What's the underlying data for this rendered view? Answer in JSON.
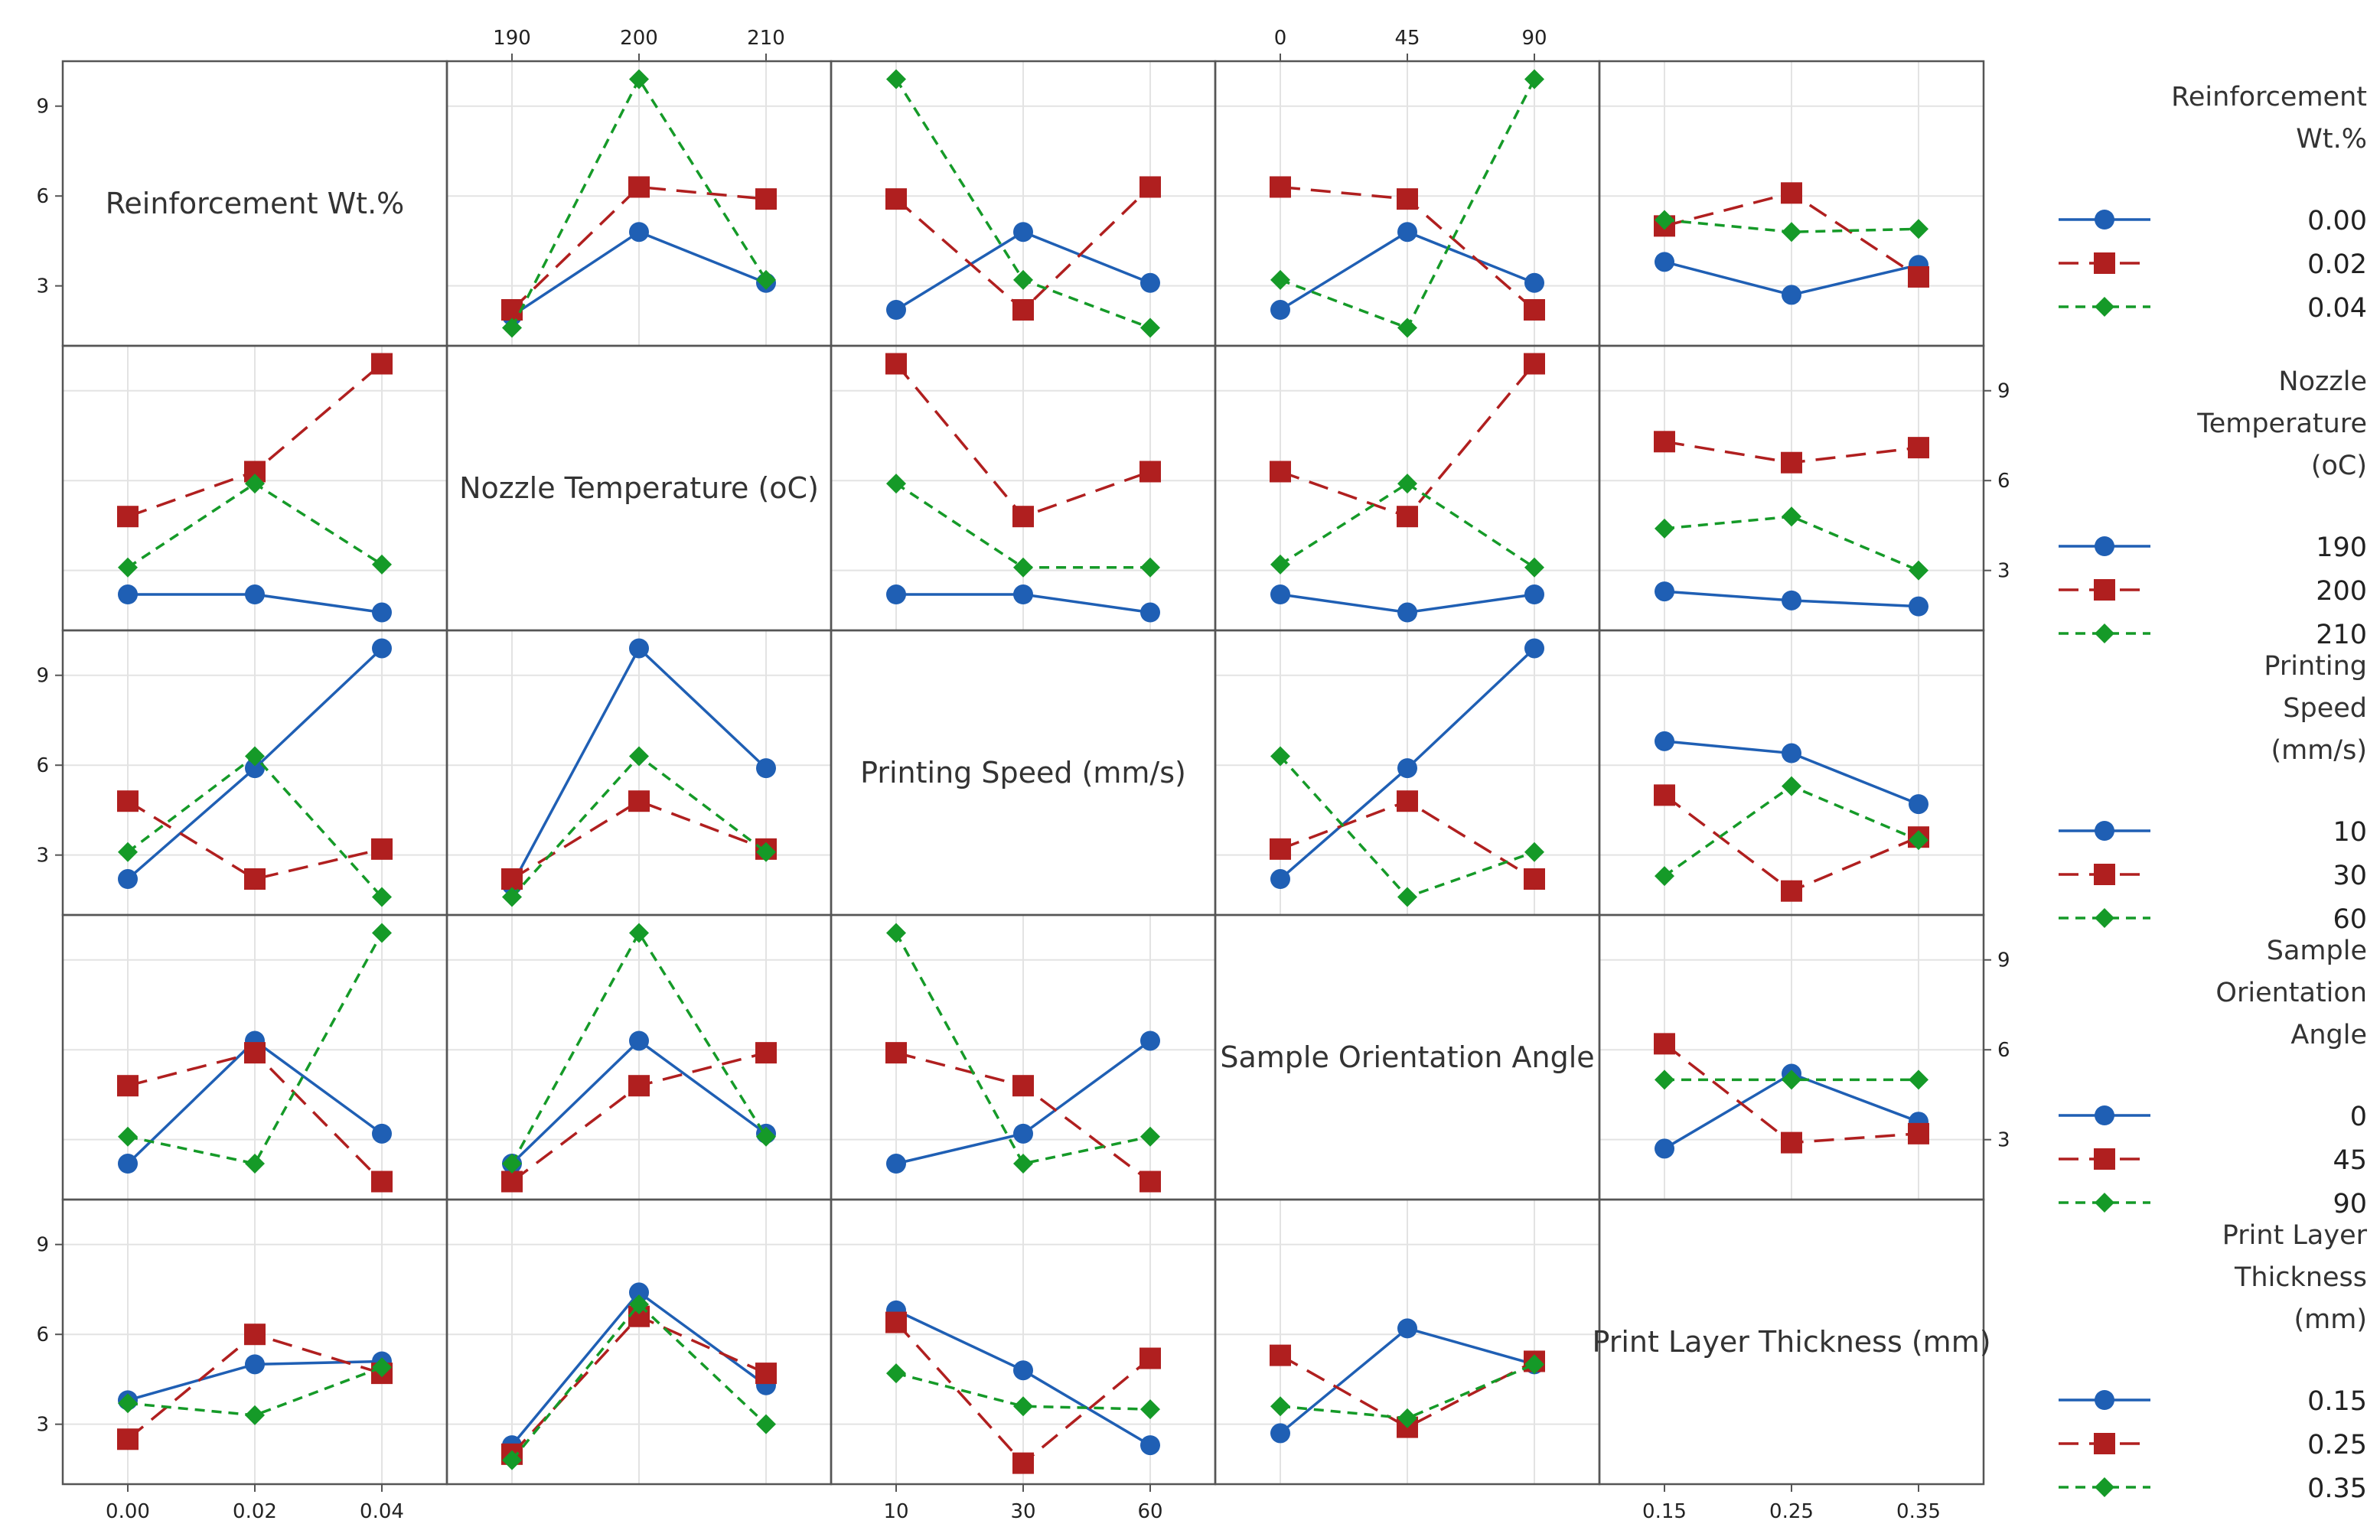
{
  "chart_data": {
    "type": "line",
    "title": "",
    "kind": "interaction-plot-matrix",
    "y_axis": {
      "ylim": [
        1,
        10.5
      ],
      "ticks": [
        3,
        6,
        9
      ],
      "tick_labels": [
        "3",
        "6",
        "9"
      ]
    },
    "grid": true,
    "legend_position": "right",
    "colors": {
      "level1": "#1f5fb4",
      "level2": "#b01f1f",
      "level3": "#159a28",
      "grid": "#e3e3e3",
      "frame": "#555555"
    },
    "factors": [
      {
        "name": "Reinforcement Wt.%",
        "legend_title": [
          "Reinforcement",
          "Wt.%"
        ],
        "levels": [
          "0.00",
          "0.02",
          "0.04"
        ],
        "tick_labels": [
          "0.00",
          "0.02",
          "0.04"
        ]
      },
      {
        "name": "Nozzle Temperature (oC)",
        "legend_title": [
          "Nozzle",
          "Temperature",
          "(oC)"
        ],
        "levels": [
          "190",
          "200",
          "210"
        ],
        "tick_labels": [
          "190",
          "200",
          "210"
        ]
      },
      {
        "name": "Printing Speed (mm/s)",
        "legend_title": [
          "Printing",
          "Speed",
          "(mm/s)"
        ],
        "levels": [
          "10",
          "30",
          "60"
        ],
        "tick_labels": [
          "10",
          "30",
          "60"
        ]
      },
      {
        "name": "Sample Orientation Angle",
        "legend_title": [
          "Sample",
          "Orientation",
          "Angle"
        ],
        "levels": [
          "0",
          "45",
          "90"
        ],
        "tick_labels": [
          "0",
          "45",
          "90"
        ]
      },
      {
        "name": "Print Layer Thickness (mm)",
        "legend_title": [
          "Print Layer",
          "Thickness",
          "(mm)"
        ],
        "levels": [
          "0.15",
          "0.25",
          "0.35"
        ],
        "tick_labels": [
          "0.15",
          "0.25",
          "0.35"
        ]
      }
    ],
    "panels": [
      {
        "row": 0,
        "col": 1,
        "series": [
          [
            2,
            4.8,
            3.1
          ],
          [
            2.2,
            6.3,
            5.9
          ],
          [
            1.6,
            9.9,
            3.2
          ]
        ]
      },
      {
        "row": 0,
        "col": 2,
        "series": [
          [
            2.2,
            4.8,
            3.1
          ],
          [
            5.9,
            2.2,
            6.3
          ],
          [
            9.9,
            3.2,
            1.6
          ]
        ]
      },
      {
        "row": 0,
        "col": 3,
        "series": [
          [
            2.2,
            4.8,
            3.1
          ],
          [
            6.3,
            5.9,
            2.2
          ],
          [
            3.2,
            1.6,
            9.9
          ]
        ]
      },
      {
        "row": 0,
        "col": 4,
        "series": [
          [
            3.8,
            2.7,
            3.7
          ],
          [
            5,
            6.1,
            3.3
          ],
          [
            5.2,
            4.8,
            4.9
          ]
        ]
      },
      {
        "row": 1,
        "col": 0,
        "series": [
          [
            2.2,
            2.2,
            1.6
          ],
          [
            4.8,
            6.3,
            9.9
          ],
          [
            3.1,
            5.9,
            3.2
          ]
        ]
      },
      {
        "row": 1,
        "col": 2,
        "series": [
          [
            2.2,
            2.2,
            1.6
          ],
          [
            9.9,
            4.8,
            6.3
          ],
          [
            5.9,
            3.1,
            3.1
          ]
        ]
      },
      {
        "row": 1,
        "col": 3,
        "series": [
          [
            2.2,
            1.6,
            2.2
          ],
          [
            6.3,
            4.8,
            9.9
          ],
          [
            3.2,
            5.9,
            3.1
          ]
        ]
      },
      {
        "row": 1,
        "col": 4,
        "series": [
          [
            2.3,
            2,
            1.8
          ],
          [
            7.3,
            6.6,
            7.1
          ],
          [
            4.4,
            4.8,
            3
          ]
        ]
      },
      {
        "row": 2,
        "col": 0,
        "series": [
          [
            2.2,
            5.9,
            9.9
          ],
          [
            4.8,
            2.2,
            3.2
          ],
          [
            3.1,
            6.3,
            1.6
          ]
        ]
      },
      {
        "row": 2,
        "col": 1,
        "series": [
          [
            2,
            9.9,
            5.9
          ],
          [
            2.2,
            4.8,
            3.2
          ],
          [
            1.6,
            6.3,
            3.1
          ]
        ]
      },
      {
        "row": 2,
        "col": 3,
        "series": [
          [
            2.2,
            5.9,
            9.9
          ],
          [
            3.2,
            4.8,
            2.2
          ],
          [
            6.3,
            1.6,
            3.1
          ]
        ]
      },
      {
        "row": 2,
        "col": 4,
        "series": [
          [
            6.8,
            6.4,
            4.7
          ],
          [
            5,
            1.8,
            3.6
          ],
          [
            2.3,
            5.3,
            3.5
          ]
        ]
      },
      {
        "row": 3,
        "col": 0,
        "series": [
          [
            2.2,
            6.3,
            3.2
          ],
          [
            4.8,
            5.9,
            1.6
          ],
          [
            3.1,
            2.2,
            9.9
          ]
        ]
      },
      {
        "row": 3,
        "col": 1,
        "series": [
          [
            2.2,
            6.3,
            3.2
          ],
          [
            1.6,
            4.8,
            5.9
          ],
          [
            2.2,
            9.9,
            3.1
          ]
        ]
      },
      {
        "row": 3,
        "col": 2,
        "series": [
          [
            2.2,
            3.2,
            6.3
          ],
          [
            5.9,
            4.8,
            1.6
          ],
          [
            9.9,
            2.2,
            3.1
          ]
        ]
      },
      {
        "row": 3,
        "col": 4,
        "series": [
          [
            2.7,
            5.2,
            3.6
          ],
          [
            6.2,
            2.9,
            3.2
          ],
          [
            5,
            5,
            5
          ]
        ]
      },
      {
        "row": 4,
        "col": 0,
        "series": [
          [
            3.8,
            5,
            5.1
          ],
          [
            2.5,
            6,
            4.7
          ],
          [
            3.7,
            3.3,
            4.9
          ]
        ]
      },
      {
        "row": 4,
        "col": 1,
        "series": [
          [
            2.3,
            7.4,
            4.3
          ],
          [
            2,
            6.6,
            4.7
          ],
          [
            1.8,
            7,
            3
          ]
        ]
      },
      {
        "row": 4,
        "col": 2,
        "series": [
          [
            6.8,
            4.8,
            2.3
          ],
          [
            6.4,
            1.7,
            5.2
          ],
          [
            4.7,
            3.6,
            3.5
          ]
        ]
      },
      {
        "row": 4,
        "col": 3,
        "series": [
          [
            2.7,
            6.2,
            5
          ],
          [
            5.3,
            2.9,
            5.1
          ],
          [
            3.6,
            3.2,
            5
          ]
        ]
      }
    ]
  }
}
